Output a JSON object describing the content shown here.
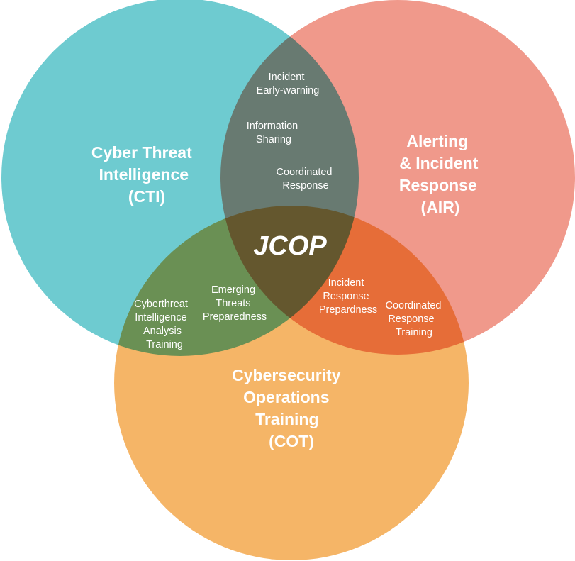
{
  "colors": {
    "cti": "#6ecbd0",
    "air": "#f0998b",
    "cot": "#f5b567",
    "text": "#ffffff"
  },
  "center": "JCOP",
  "circles": {
    "cti": [
      "Cyber Threat",
      "Intelligence",
      "(CTI)"
    ],
    "air": [
      "Alerting",
      "& Incident",
      "Response",
      "(AIR)"
    ],
    "cot": [
      "Cybersecurity",
      "Operations",
      "Training",
      "(COT)"
    ]
  },
  "overlaps": {
    "cti_air": [
      [
        "Incident",
        "Early-warning"
      ],
      [
        "Information",
        "Sharing"
      ],
      [
        "Coordinated",
        "Response"
      ]
    ],
    "cti_cot": [
      [
        "Cyberthreat",
        "Intelligence",
        "Analysis",
        "Training"
      ],
      [
        "Emerging",
        "Threats",
        "Preparedness"
      ]
    ],
    "air_cot": [
      [
        "Incident",
        "Response",
        "Prepardness"
      ],
      [
        "Coordinated",
        "Response",
        "Training"
      ]
    ]
  }
}
